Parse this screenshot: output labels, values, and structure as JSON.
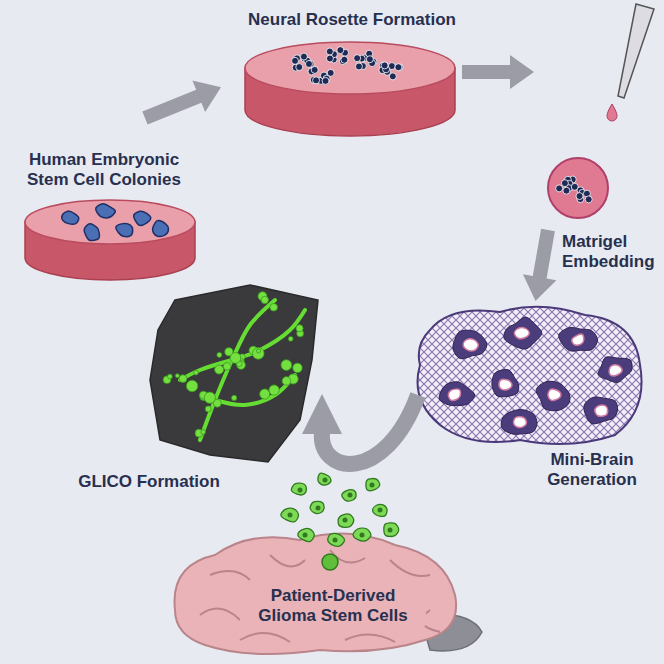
{
  "diagram": {
    "labels": [
      "Neural Rosette Formation",
      "Human Embryonic Stem Cell Colonies",
      "Matrigel Embedding",
      "Mini-Brain Generation",
      "GLICO Formation",
      "Patient-Derived Glioma Stem Cells"
    ]
  }
}
